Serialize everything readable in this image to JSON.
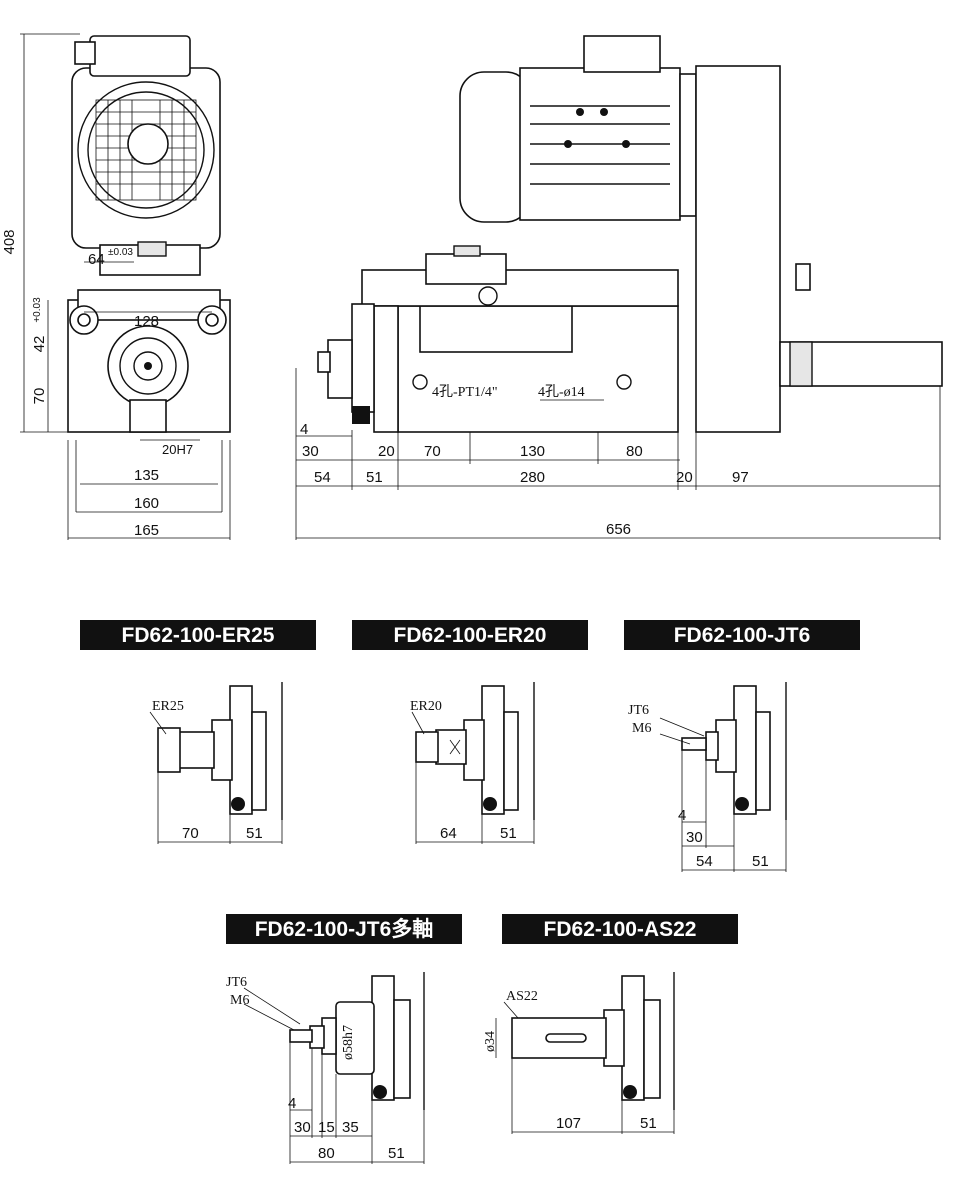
{
  "front_view": {
    "dims": {
      "h408": "408",
      "d64": "64",
      "d64_tol": "±0.03",
      "d42": "42",
      "d42_tol": "+0.03",
      "d128": "128",
      "d70": "70",
      "d20h7": "20H7",
      "d135": "135",
      "d160": "160",
      "d165": "165"
    }
  },
  "side_view": {
    "notes": {
      "pt": "4孔-PT1/4\"",
      "hole": "4孔-ø14"
    },
    "dims": {
      "d4": "4",
      "d30": "30",
      "d20a": "20",
      "d70": "70",
      "d130": "130",
      "d80": "80",
      "d54": "54",
      "d51": "51",
      "d280": "280",
      "d20b": "20",
      "d97": "97",
      "d656": "656"
    }
  },
  "variants": [
    {
      "label": "FD62-100-ER25",
      "note": "ER25",
      "dims": [
        "70",
        "51"
      ]
    },
    {
      "label": "FD62-100-ER20",
      "note": "ER20",
      "dims": [
        "64",
        "51"
      ]
    },
    {
      "label": "FD62-100-JT6",
      "notes": [
        "JT6",
        "M6"
      ],
      "dims": [
        "4",
        "30",
        "54",
        "51"
      ]
    },
    {
      "label": "FD62-100-JT6多軸",
      "notes": [
        "JT6",
        "M6",
        "ø58h7"
      ],
      "dims": [
        "4",
        "30",
        "15",
        "35",
        "80",
        "51"
      ]
    },
    {
      "label": "FD62-100-AS22",
      "notes": [
        "AS22",
        "ø34"
      ],
      "dims": [
        "107",
        "51"
      ]
    }
  ]
}
